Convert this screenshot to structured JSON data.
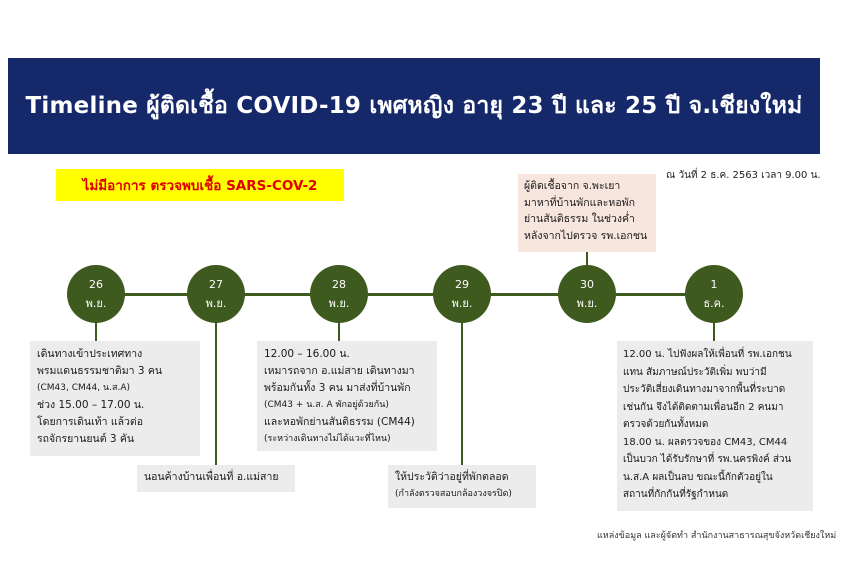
{
  "title": "Timeline ผู้ติดเชื้อ COVID-19 เพศหญิง อายุ  23 ปี และ 25 ปี จ.เชียงใหม่",
  "date_note": "ณ วันที่ 2 ธ.ค. 2563 เวลา 9.00 น.",
  "status_label": "ไม่มีอาการ ตรวจพบเชื้อ SARS-COV-2",
  "days": [
    {
      "day": "26",
      "month": "พ.ย."
    },
    {
      "day": "27",
      "month": "พ.ย."
    },
    {
      "day": "28",
      "month": "พ.ย."
    },
    {
      "day": "29",
      "month": "พ.ย."
    },
    {
      "day": "30",
      "month": "พ.ย."
    },
    {
      "day": "1",
      "month": "ธ.ค."
    }
  ],
  "events": {
    "nov26": [
      "เดินทางเข้าประเทศทาง",
      "พรมแดนธรรมชาติมา 3 คน",
      "(CM43, CM44, น.ส.A)",
      "ช่วง 15.00 – 17.00 น.",
      "โดยการเดินเท้า แล้วต่อ",
      "รถจักรยานยนต์ 3 คัน"
    ],
    "nov27": [
      "นอนค้างบ้านเพื่อนที่ อ.แม่สาย"
    ],
    "nov28": [
      "12.00 – 16.00 น.",
      "เหมารถจาก อ.แม่สาย เดินทางมา",
      "พร้อมกันทั้ง 3 คน มาส่งที่บ้านพัก",
      "(CM43 + น.ส. A พักอยู่ด้วยกัน)",
      "และหอพักย่านสันติธรรม (CM44)",
      "(ระหว่างเดินทางไม่ได้แวะที่ไหน)"
    ],
    "nov29": [
      "ให้ประวัติว่าอยู่ที่พักตลอด",
      "(กำลังตรวจสอบกล้องวงจรปิด)"
    ],
    "nov30": [
      "ผู้ติดเชื้อจาก จ.พะเยา",
      "มาหาที่บ้านพักและหอพัก",
      "ย่านสันติธรรม ในช่วงค่ำ",
      "หลังจากไปตรวจ รพ.เอกชน"
    ],
    "dec1": [
      "12.00 น. ไปฟังผลให้เพื่อนที่ รพ.เอกชน",
      "แทน สัมภาษณ์ประวัติเพิ่ม พบว่ามี",
      "ประวัติเสี่ยงเดินทางมาจากพื้นที่ระบาด",
      "เช่นกัน จึงได้ติดตามเพื่อนอีก 2 คนมา",
      "ตรวจด้วยกันทั้งหมด",
      "18.00 น. ผลตรวจของ CM43, CM44",
      "เป็นบวก ได้รับรักษาที่ รพ.นครพิงค์ ส่วน",
      "น.ส.A ผลเป็นลบ ขณะนี้กักตัวอยู่ใน",
      "สถานที่กักกันที่รัฐกำหนด"
    ]
  },
  "source": "แหล่งข้อมูล และผู้จัดทำ  สำนักงานสาธารณสุขจังหวัดเชียงใหม่",
  "colors": {
    "banner_bg": "#14286a",
    "timeline_green": "#3f5a1f",
    "highlight_yellow": "#ffff00",
    "highlight_red": "#e00000",
    "box_gray": "#ececec",
    "box_peach": "#f7e6de"
  }
}
